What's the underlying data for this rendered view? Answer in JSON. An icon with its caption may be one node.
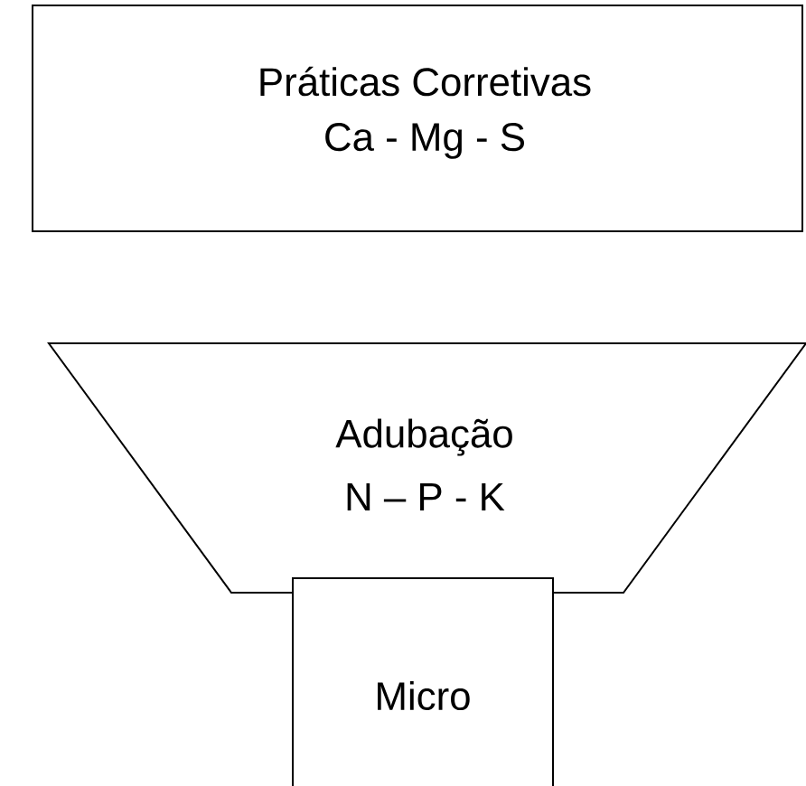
{
  "diagram": {
    "nodes": [
      {
        "text": [
          "Práticas Corretivas",
          "Ca - Mg - S"
        ]
      },
      {
        "text": [
          "Adubação",
          "N – P - K"
        ]
      },
      {
        "text": [
          "Micro"
        ]
      }
    ]
  }
}
